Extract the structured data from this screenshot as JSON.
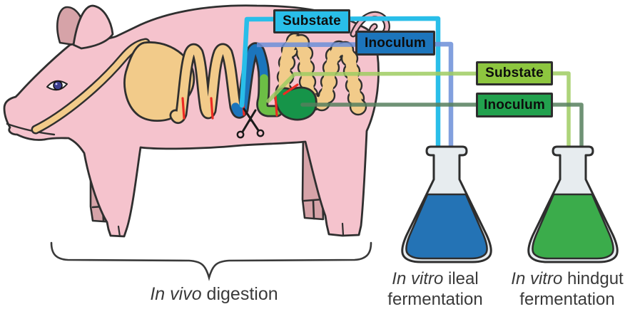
{
  "labels": {
    "substrate_ileal": "Substate",
    "inoculum_ileal": "Inoculum",
    "substrate_hindgut": "Substate",
    "inoculum_hindgut": "Inoculum"
  },
  "captions": {
    "in_vivo": {
      "italic": "In vivo",
      "rest": " digestion"
    },
    "ileal": {
      "italic": "In vitro",
      "rest": " ileal",
      "line2": "fermentation"
    },
    "hindgut": {
      "italic": "In vitro",
      "rest": " hindgut",
      "line2": "fermentation"
    }
  },
  "colors": {
    "substrate_ileal_box": "#29bee9",
    "inoculum_ileal_box": "#1c75bc",
    "substrate_hindgut_box": "#8dc63f",
    "inoculum_hindgut_box": "#22a14e",
    "substrate_ileal_line": "#29bee9",
    "inoculum_ileal_line": "#6c8fd8",
    "substrate_hindgut_line": "#9fcd62",
    "inoculum_hindgut_line": "#567f5d",
    "ileal_flask_liquid": "#2473b5",
    "hindgut_flask_liquid": "#3bac4b",
    "flask_glass": "#e7ecef",
    "pig_body": "#f5c3cd",
    "pig_far_limb": "#d6a3a8",
    "digestive_tract": "#f2cb8a",
    "ileum_segment": "#1b75bc",
    "colon_segment": "#6cbe45",
    "cecum": "#169449",
    "cut_marks": "#ed2a24",
    "outline": "#2f2f2f"
  }
}
